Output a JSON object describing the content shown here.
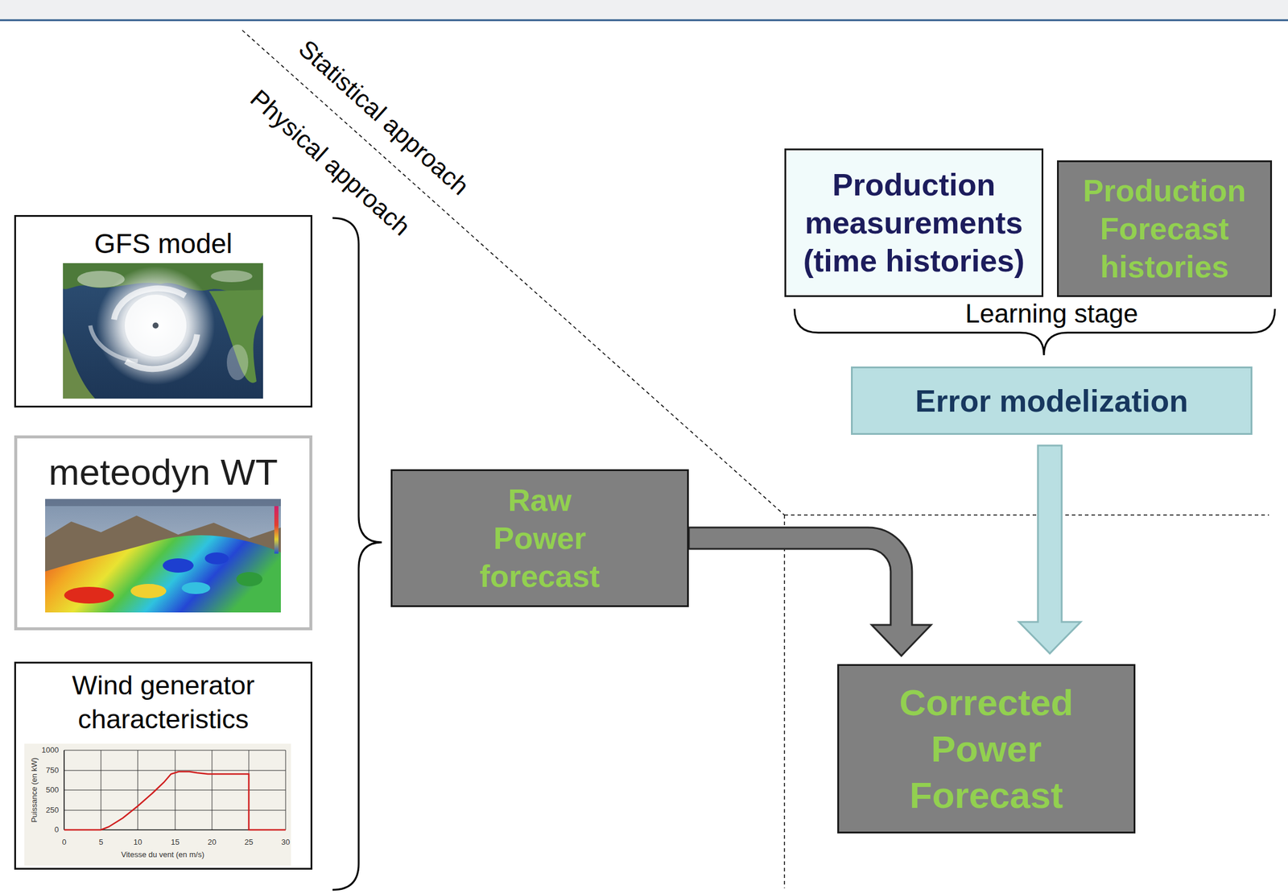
{
  "diagram": {
    "nodes": [
      {
        "text": [
          "GFS model"
        ]
      },
      {
        "text": [
          "meteodyn WT"
        ]
      },
      {
        "text": [
          "Wind generator characteristics"
        ]
      },
      {
        "text": [
          "Raw Power forecast"
        ]
      },
      {
        "text": [
          "Production measurements (time histories)"
        ]
      },
      {
        "text": [
          "Production Forecast histories"
        ]
      },
      {
        "text": [
          "Error modelization"
        ]
      },
      {
        "text": [
          "Corrected Power Forecast"
        ]
      }
    ],
    "edges": [
      {
        "from": 3,
        "to": 7,
        "arrow": "to"
      },
      {
        "from": 6,
        "to": 7,
        "arrow": "to"
      }
    ],
    "labels": [
      "Statistical approach",
      "Physical approach",
      "Learning stage",
      "1000",
      "750",
      "500",
      "250",
      "0",
      "0",
      "5",
      "10",
      "15",
      "20",
      "25",
      "30",
      "Puissance (en kW)",
      "Vitesse du vent (en m/s)"
    ]
  }
}
